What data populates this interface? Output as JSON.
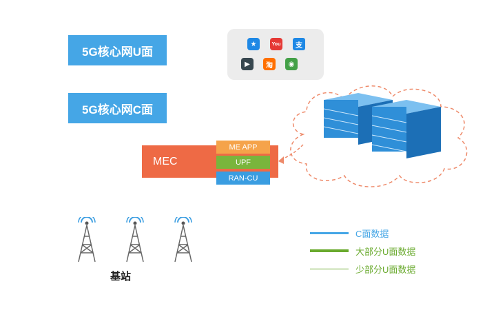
{
  "boxes": {
    "u_plane": "5G核心网U面",
    "c_plane": "5G核心网C面",
    "mec": "MEC"
  },
  "mec_stack": {
    "me_app": "ME APP",
    "upf": "UPF",
    "ran_cu": "RAN-CU"
  },
  "apps": [
    {
      "icon": "star-app-icon",
      "glyph": "★",
      "color": "#1e88e5"
    },
    {
      "icon": "youtube-icon",
      "glyph": "You",
      "color": "#e53935"
    },
    {
      "icon": "alipay-icon",
      "glyph": "支",
      "color": "#1e88e5"
    },
    {
      "icon": "video-app-icon",
      "glyph": "▶",
      "color": "#37474f"
    },
    {
      "icon": "taobao-icon",
      "glyph": "淘",
      "color": "#ff6f00"
    },
    {
      "icon": "wechat-icon",
      "glyph": "◉",
      "color": "#43a047"
    }
  ],
  "base_station_label": "基站",
  "legend": {
    "c_plane": {
      "label": "C面数据",
      "color": "#45a6e6"
    },
    "major_u": {
      "label": "大部分U面数据",
      "color": "#6aaa2e"
    },
    "minor_u": {
      "label": "少部分U面数据",
      "color": "#6aaa2e"
    }
  },
  "colors": {
    "blue_box": "#45a6e6",
    "mec": "#ee6a45",
    "cloud_dash": "#ee8a6a",
    "server": "#2f8fd8"
  }
}
